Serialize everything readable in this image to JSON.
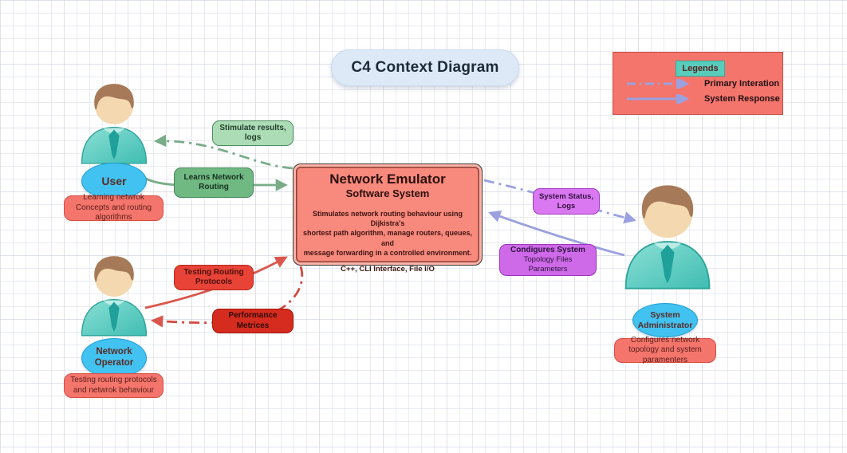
{
  "title": "C4 Context Diagram",
  "legend": {
    "title": "Legends",
    "items": [
      {
        "label": "Primary Interation",
        "line_style": "dash-dot"
      },
      {
        "label": "System Response",
        "line_style": "solid"
      }
    ]
  },
  "system": {
    "name": "Network Emulator",
    "subtitle": "Software System",
    "description_lines": [
      "Stimulates network routing behaviour using Dijkistra's",
      "shortest path algorithm, manage routers, queues, and",
      "message forwarding in a controlled environment."
    ],
    "technology": "C++, CLI Interface, File I/O"
  },
  "actors": [
    {
      "name": "User",
      "note": "Learning netwrok Concepts and routing algorithms"
    },
    {
      "name": "Network Operator",
      "note": "Testing routing protocols and netwrok behaviour"
    },
    {
      "name": "System Administrator",
      "note": "Configures network topology and system paramenters"
    }
  ],
  "connections": {
    "stimulate": {
      "label": "Stimulate results, logs",
      "line_style": "dash-dot",
      "color": "#79ac88"
    },
    "learns": {
      "label": "Learns Network Routing",
      "line_style": "solid",
      "color": "#79ac88"
    },
    "testing": {
      "label": "Testing Routing Protocols",
      "line_style": "solid",
      "color": "#da564c"
    },
    "performance": {
      "label": "Performance Metrices",
      "line_style": "dash-dot",
      "color": "#d14a41"
    },
    "status": {
      "label": "System Status, Logs",
      "line_style": "dash-dot",
      "color": "#9ba1df"
    },
    "configures": {
      "line1": "Condigures System",
      "line2": "Topology Files Parameters",
      "line_style": "solid",
      "color": "#9ba1df"
    }
  },
  "colors": {
    "system_box": "#f8897d",
    "actor_ellipse": "#41c2f1",
    "note_box": "#f4756c",
    "legend_box": "#f4756c",
    "legend_tag": "#58cdbb",
    "green_line": "#79ac88",
    "red_line": "#da564c",
    "purple_line": "#9ba1df",
    "title_pill": "#dde9f7"
  }
}
